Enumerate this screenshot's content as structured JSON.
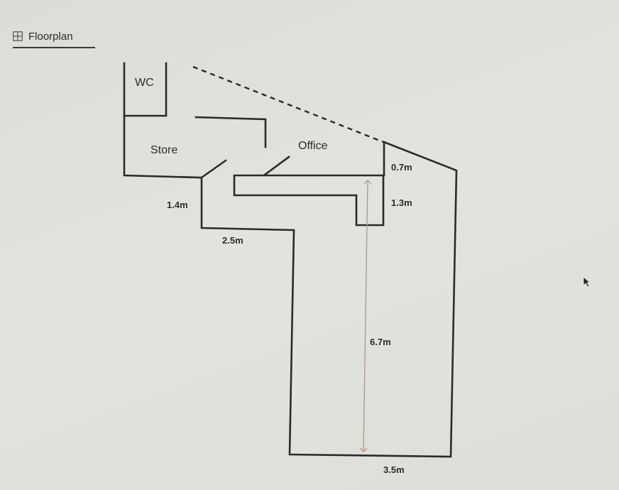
{
  "tab": {
    "label": "Floorplan",
    "icon": "floorplan-icon"
  },
  "rooms": {
    "wc": "WC",
    "store": "Store",
    "office": "Office"
  },
  "dimensions": {
    "d_0_7": "0.7m",
    "d_1_3": "1.3m",
    "d_1_4": "1.4m",
    "d_2_5": "2.5m",
    "d_6_7": "6.7m",
    "d_3_5": "3.5m"
  },
  "colors": {
    "wall": "#2a2a2a",
    "dimension_arrow": "#b49b86",
    "background": "#e0e0dc"
  }
}
